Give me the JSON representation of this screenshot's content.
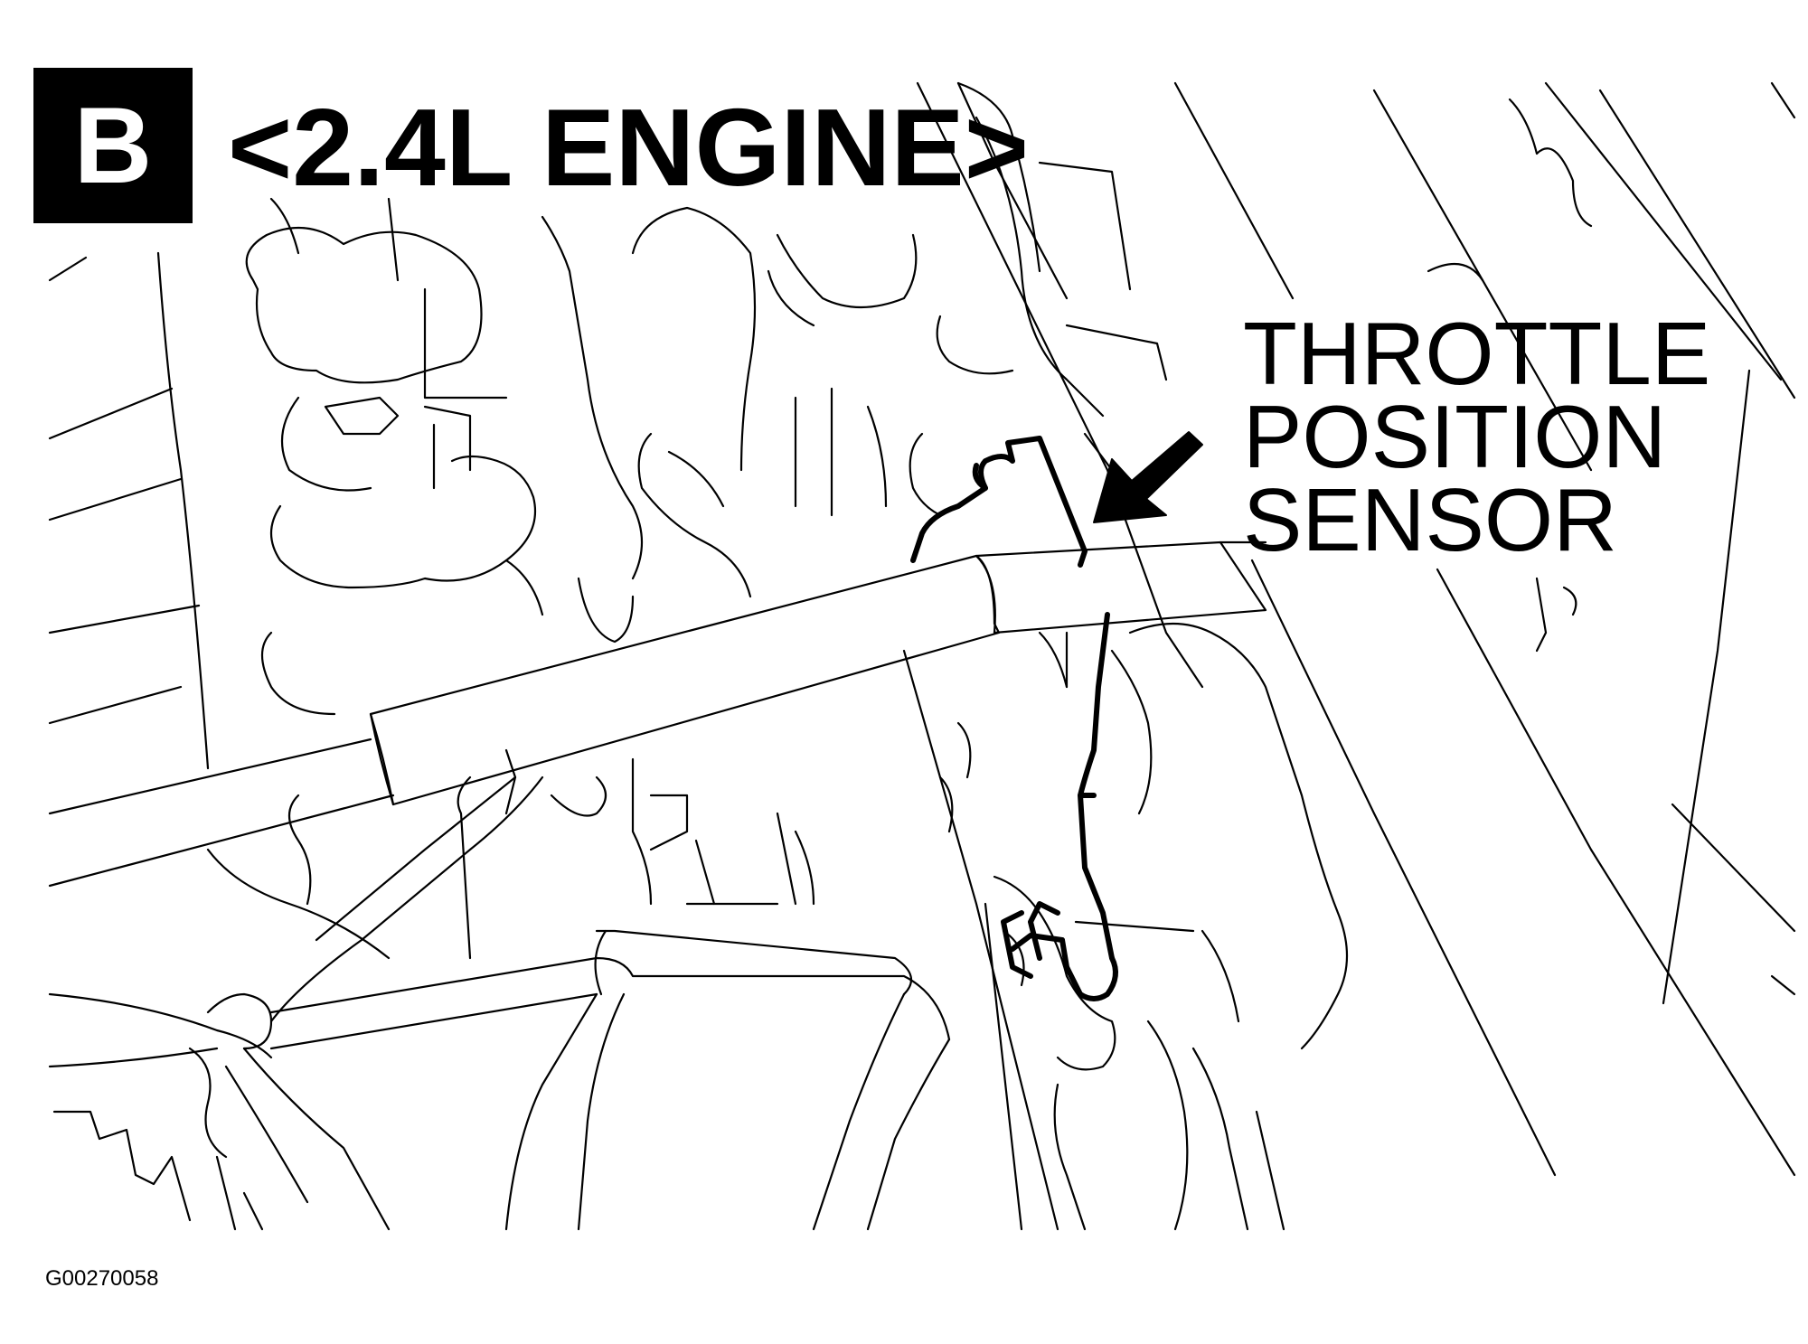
{
  "diagram": {
    "section_badge": "B",
    "engine_label": "<2.4L ENGINE>",
    "callout": {
      "lines": [
        "THROTTLE",
        "POSITION",
        "SENSOR"
      ]
    },
    "figure_id": "G00270058",
    "colors": {
      "ink": "#000000",
      "paper": "#ffffff"
    },
    "icons": {
      "pointer": "arrow-icon"
    }
  }
}
